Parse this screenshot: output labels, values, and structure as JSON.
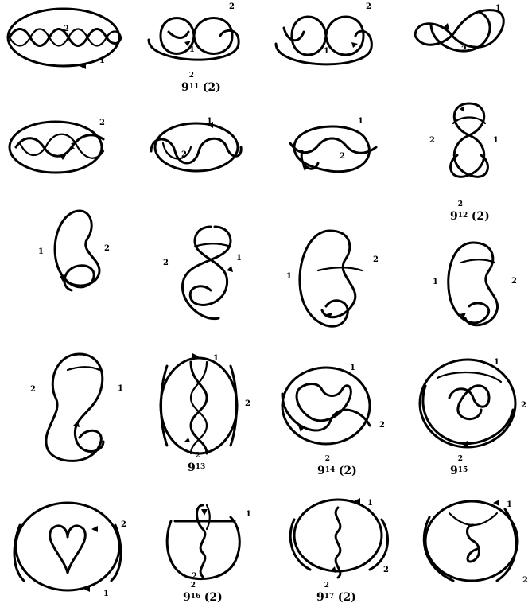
{
  "knots": [
    {
      "id": "r1c1",
      "components": [
        "2",
        "1"
      ]
    },
    {
      "id": "r1c2",
      "components": [
        "2",
        "1"
      ]
    },
    {
      "id": "r1c3",
      "components": [
        "2",
        "1"
      ]
    },
    {
      "id": "r1c4",
      "components": [
        "1",
        "2"
      ]
    },
    {
      "id": "r2c1",
      "components": [
        "2",
        "1"
      ]
    },
    {
      "id": "r2c2",
      "components": [
        "1",
        "2"
      ]
    },
    {
      "id": "r2c3",
      "components": [
        "1",
        "2"
      ]
    },
    {
      "id": "r2c4",
      "components": [
        "2",
        "1"
      ]
    },
    {
      "id": "r3c1",
      "components": [
        "1",
        "2"
      ]
    },
    {
      "id": "r3c2",
      "components": [
        "2",
        "1"
      ]
    },
    {
      "id": "r3c3",
      "components": [
        "1",
        "2"
      ]
    },
    {
      "id": "r3c4",
      "components": [
        "1",
        "2"
      ]
    },
    {
      "id": "r4c1",
      "components": [
        "2",
        "1"
      ]
    },
    {
      "id": "r4c2",
      "components": [
        "1",
        "2"
      ]
    },
    {
      "id": "r4c3",
      "components": [
        "1",
        "2"
      ]
    },
    {
      "id": "r4c4",
      "components": [
        "1",
        "2"
      ]
    },
    {
      "id": "r5c1",
      "components": [
        "2",
        "1"
      ]
    },
    {
      "id": "r5c2",
      "components": [
        "1",
        "2"
      ]
    },
    {
      "id": "r5c3",
      "components": [
        "1",
        "2"
      ]
    },
    {
      "id": "r5c4",
      "components": [
        "1",
        "2"
      ]
    }
  ],
  "labels": [
    {
      "id": "9-2-11",
      "base": "9",
      "sup": "2",
      "sub": "11",
      "mult": "(2)"
    },
    {
      "id": "9-2-12",
      "base": "9",
      "sup": "2",
      "sub": "12",
      "mult": "(2)"
    },
    {
      "id": "9-2-13",
      "base": "9",
      "sup": "2",
      "sub": "13",
      "mult": ""
    },
    {
      "id": "9-2-14",
      "base": "9",
      "sup": "2",
      "sub": "14",
      "mult": "(2)"
    },
    {
      "id": "9-2-15",
      "base": "9",
      "sup": "2",
      "sub": "15",
      "mult": ""
    },
    {
      "id": "9-2-16",
      "base": "9",
      "sup": "2",
      "sub": "16",
      "mult": "(2)"
    },
    {
      "id": "9-2-17",
      "base": "9",
      "sup": "2",
      "sub": "17",
      "mult": "(2)"
    }
  ]
}
